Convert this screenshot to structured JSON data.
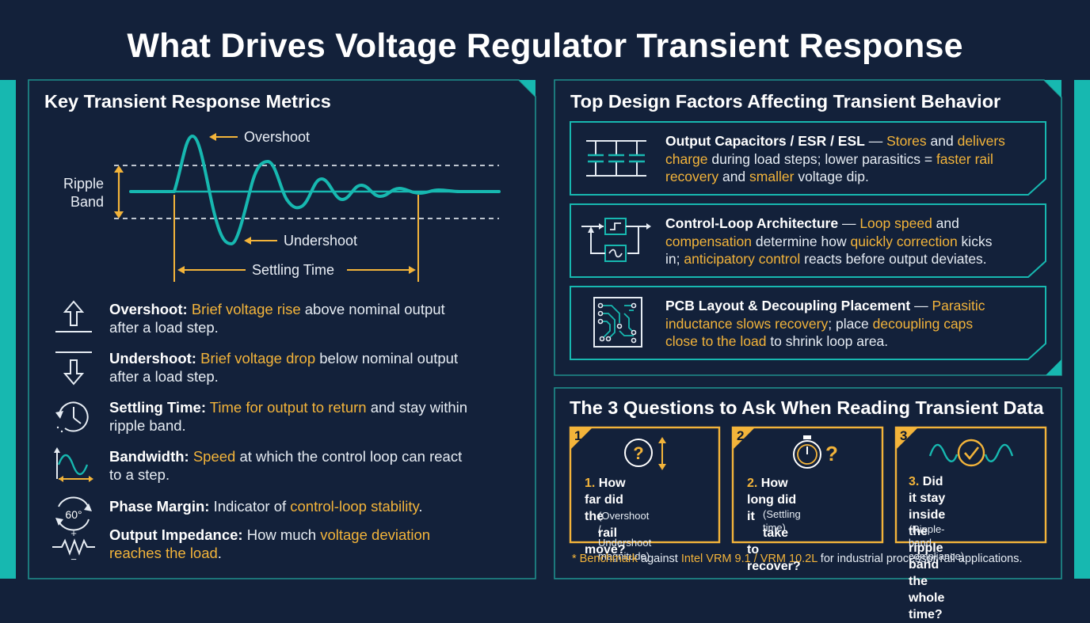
{
  "title": "What Drives Voltage Regulator Transient Response",
  "colors": {
    "background": "#13213a",
    "accent_teal": "#17b8b0",
    "accent_orange": "#f3b43a",
    "text": "#ffffff"
  },
  "left_panel": {
    "title": "Key Transient Response Metrics",
    "waveform": {
      "overshoot_label": "Overshoot",
      "undershoot_label": "Undershoot",
      "ripple_band_label_1": "Ripple",
      "ripple_band_label_2": "Band",
      "settling_time_label": "Settling Time"
    },
    "metrics": [
      {
        "icon": "overshoot-up-arrow-icon",
        "term": "Overshoot:",
        "highlight": "Brief voltage rise",
        "rest1": " above nominal output",
        "line2": "after a load step."
      },
      {
        "icon": "undershoot-down-arrow-icon",
        "term": "Undershoot:",
        "highlight": "Brief voltage drop",
        "rest1": " below nominal output",
        "line2": "after a load step."
      },
      {
        "icon": "clock-icon",
        "term": "Settling Time:",
        "highlight": "Time for output to return",
        "rest1": " and stay within",
        "line2": "ripple band."
      },
      {
        "icon": "sine-wave-icon",
        "term": "Bandwidth:",
        "highlight": "Speed",
        "rest1": " at which the control loop can react",
        "line2": "to a step."
      },
      {
        "icon": "phase-margin-icon",
        "icon_text": "60°",
        "term": "Phase Margin:",
        "rest_a": " Indicator of ",
        "highlight": "control-loop stability",
        "rest_b": "."
      },
      {
        "icon": "resistor-icon",
        "icon_plus": "+",
        "icon_minus": "−",
        "term": "Output Impedance:",
        "rest_a": " How much ",
        "highlight": "voltage deviation",
        "line2_highlight": "reaches the load",
        "line2_rest": "."
      }
    ]
  },
  "right_top_panel": {
    "title": "Top Design Factors Affecting Transient Behavior",
    "factors": [
      {
        "icon": "capacitor-bank-icon",
        "term": "Output Capacitors / ESR / ESL",
        "dash": " — ",
        "h1": "Stores",
        "t1": " and ",
        "h2": "delivers",
        "line2_h": "charge",
        "line2_t": " during load steps; lower parasitics = ",
        "line2_h2": "faster rail",
        "line3_h": "recovery",
        "line3_t": " and ",
        "line3_h2": "smaller",
        "line3_t2": " voltage dip."
      },
      {
        "icon": "control-loop-icon",
        "term": "Control-Loop Architecture",
        "dash": " — ",
        "h1": "Loop speed",
        "t1": " and",
        "line2_h": "compensation",
        "line2_t": " determine how ",
        "line2_h2": "quickly correction",
        "line2_t2": " kicks",
        "line3_t0": "in; ",
        "line3_h": "anticipatory control",
        "line3_t": " reacts before output deviates."
      },
      {
        "icon": "pcb-layout-icon",
        "term": "PCB Layout & Decoupling Placement",
        "dash": " — ",
        "h1": "Parasitic",
        "line2_h": "inductance slows recovery",
        "line2_t": "; place ",
        "line2_h2": "decoupling caps",
        "line3_h": "close to the load",
        "line3_t": " to shrink loop area."
      }
    ]
  },
  "right_bottom_panel": {
    "title": "The 3 Questions to Ask When Reading Transient Data",
    "questions": [
      {
        "number": "1",
        "icon": "question-arrow-icon",
        "qnum": "1.",
        "line1": "How far did the",
        "line2": "rail move?",
        "sub1": "(Overshoot /",
        "sub2": "Undershoot magnitude)"
      },
      {
        "number": "2",
        "icon": "stopwatch-question-icon",
        "qnum": "2.",
        "line1": "How long did it",
        "line2": "take to recover?",
        "sub1": "(Settling time)"
      },
      {
        "number": "3",
        "icon": "wave-check-icon",
        "qnum": "3.",
        "line1": "Did it stay inside",
        "line2": "the ripple band the",
        "line3": "whole time?",
        "sub1": "(Ripple-band compliance)"
      }
    ],
    "footnote": {
      "h1": "* Benchmark",
      "t1": " against ",
      "h2": "Intel VRM 9.1 / VRM 10.2L",
      "t2": " for industrial processor rail applications."
    }
  }
}
